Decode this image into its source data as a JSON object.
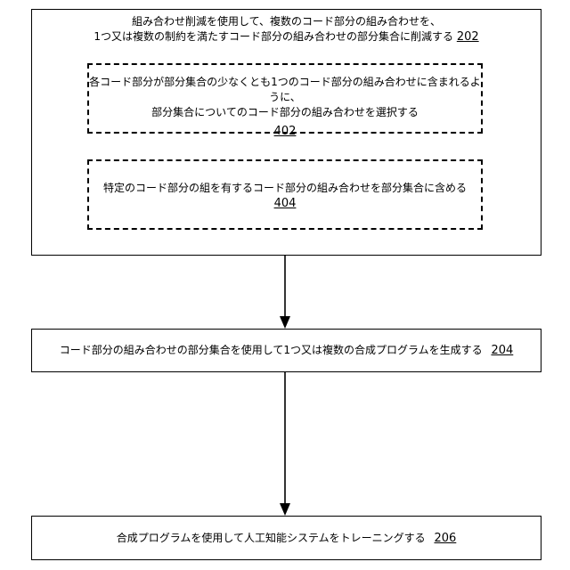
{
  "step_202": {
    "line1": "組み合わせ削減を使用して、複数のコード部分の組み合わせを、",
    "line2": "1つ又は複数の制約を満たすコード部分の組み合わせの部分集合に削減する",
    "ref": "202"
  },
  "step_402": {
    "line1": "各コード部分が部分集合の少なくとも1つのコード部分の組み合わせに含まれるように、",
    "line2": "部分集合についてのコード部分の組み合わせを選択する",
    "ref": "402"
  },
  "step_404": {
    "line1": "特定のコード部分の組を有するコード部分の組み合わせを部分集合に含める",
    "ref": "404"
  },
  "step_204": {
    "text": "コード部分の組み合わせの部分集合を使用して1つ又は複数の合成プログラムを生成する",
    "ref": "204"
  },
  "step_206": {
    "text": "合成プログラムを使用して人工知能システムをトレーニングする",
    "ref": "206"
  }
}
